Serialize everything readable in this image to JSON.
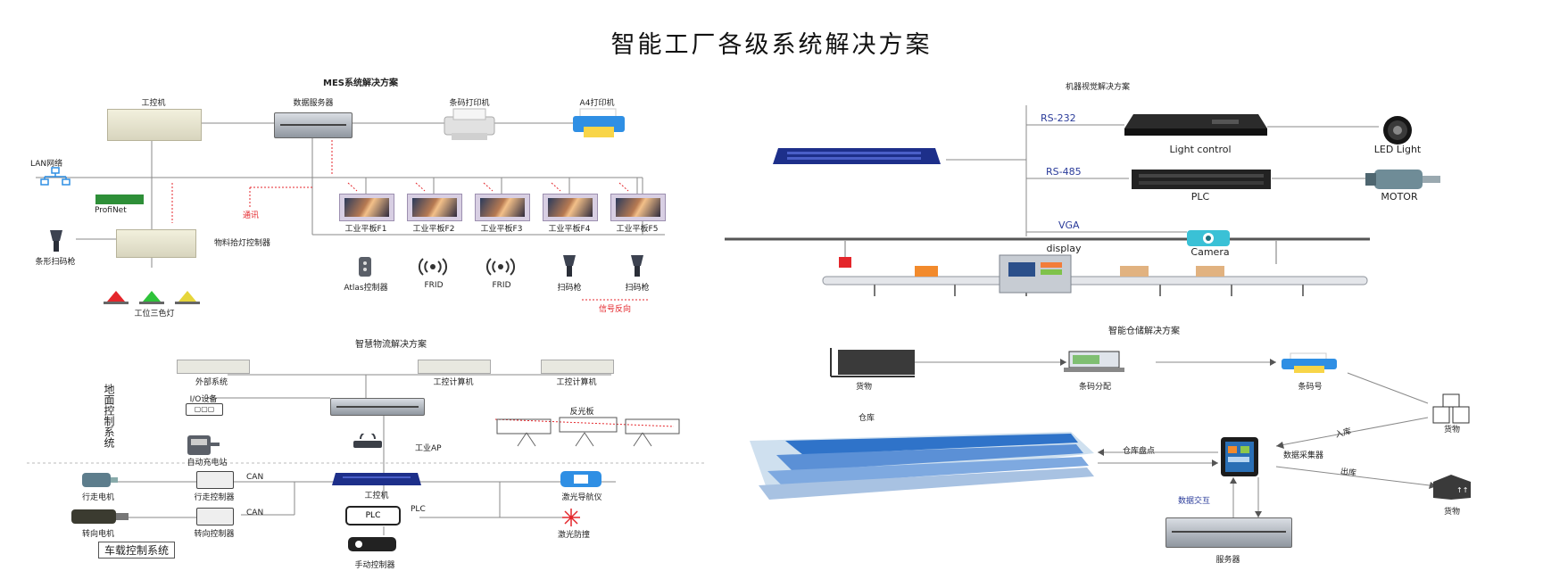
{
  "title": "智能工厂各级系统解决方案",
  "mes": {
    "title": "MES系统解决方案",
    "ipc": "工控机",
    "data_server": "数据服务器",
    "barcode_printer": "条码打印机",
    "a4_printer": "A4打印机",
    "lan": "LAN网络",
    "profinet": "ProfiNet",
    "comm": "通讯",
    "pick_light": "物料拾灯控制器",
    "scanner": "条形扫码枪",
    "tri_light": "工位三色灯",
    "signal_feedback": "信号反向",
    "tablets": [
      "工业平板F1",
      "工业平板F2",
      "工业平板F3",
      "工业平板F4",
      "工业平板F5"
    ],
    "bottom_devices": [
      "Atlas控制器",
      "FRID",
      "FRID",
      "扫码枪",
      "扫码枪"
    ]
  },
  "vision": {
    "title": "机器视觉解决方案",
    "rs232": "RS-232",
    "rs485": "RS-485",
    "vga": "VGA",
    "light_control": "Light control",
    "led_light": "LED Light",
    "plc": "PLC",
    "motor": "MOTOR",
    "camera": "Camera",
    "display": "display"
  },
  "logistics": {
    "title": "智慧物流解决方案",
    "external": "外部系统",
    "ipc1": "工控计算机",
    "ipc2": "工控计算机",
    "ground_control": "地面控制系统",
    "io": "I/O设备",
    "charging": "自动充电站",
    "reflector": "反光板",
    "ap": "工业AP",
    "drive_motor": "行走电机",
    "drive_ctrl": "行走控制器",
    "can1": "CAN",
    "can2": "CAN",
    "ipc_center": "工控机",
    "laser_nav": "激光导航仪",
    "turn_motor": "转向电机",
    "turn_ctrl": "转向控制器",
    "plc": "PLC",
    "laser_guard": "激光防撞",
    "vehicle_control": "车载控制系统",
    "manual": "手动控制器"
  },
  "warehouse": {
    "title": "智能仓储解决方案",
    "goods_in": "货物",
    "barcode_assign": "条码分配",
    "barcode_tag": "条码号",
    "goods_box": "货物",
    "warehouse": "仓库",
    "inventory": "仓库盘点",
    "collector": "数据采集器",
    "inbound": "入库",
    "outbound": "出库",
    "goods_out": "货物",
    "exchange": "数据交互",
    "server": "服务器"
  }
}
